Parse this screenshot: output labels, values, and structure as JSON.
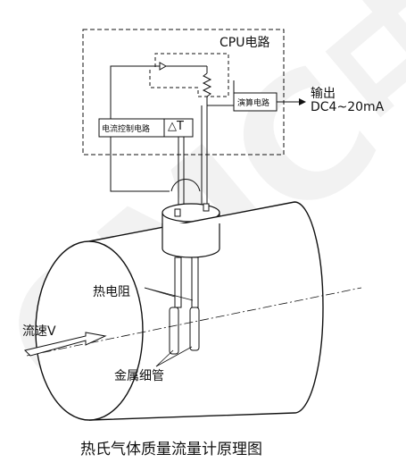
{
  "cpu_circuit_label": "CPU电路",
  "compute_circuit_label": "演算电路",
  "current_control_label": "电流控制电路",
  "delta_t_label": "△T",
  "output_label": "输出",
  "output_range_label": "DC4~20mA",
  "thermal_resistor_label": "热电阻",
  "flow_velocity_label": "流速V",
  "metal_tube_label": "金属细管",
  "caption": "热氏气体质量流量计原理图",
  "watermark_text": "CMC中",
  "colors": {
    "line": "#111111",
    "watermark": "#f3f3f3"
  }
}
